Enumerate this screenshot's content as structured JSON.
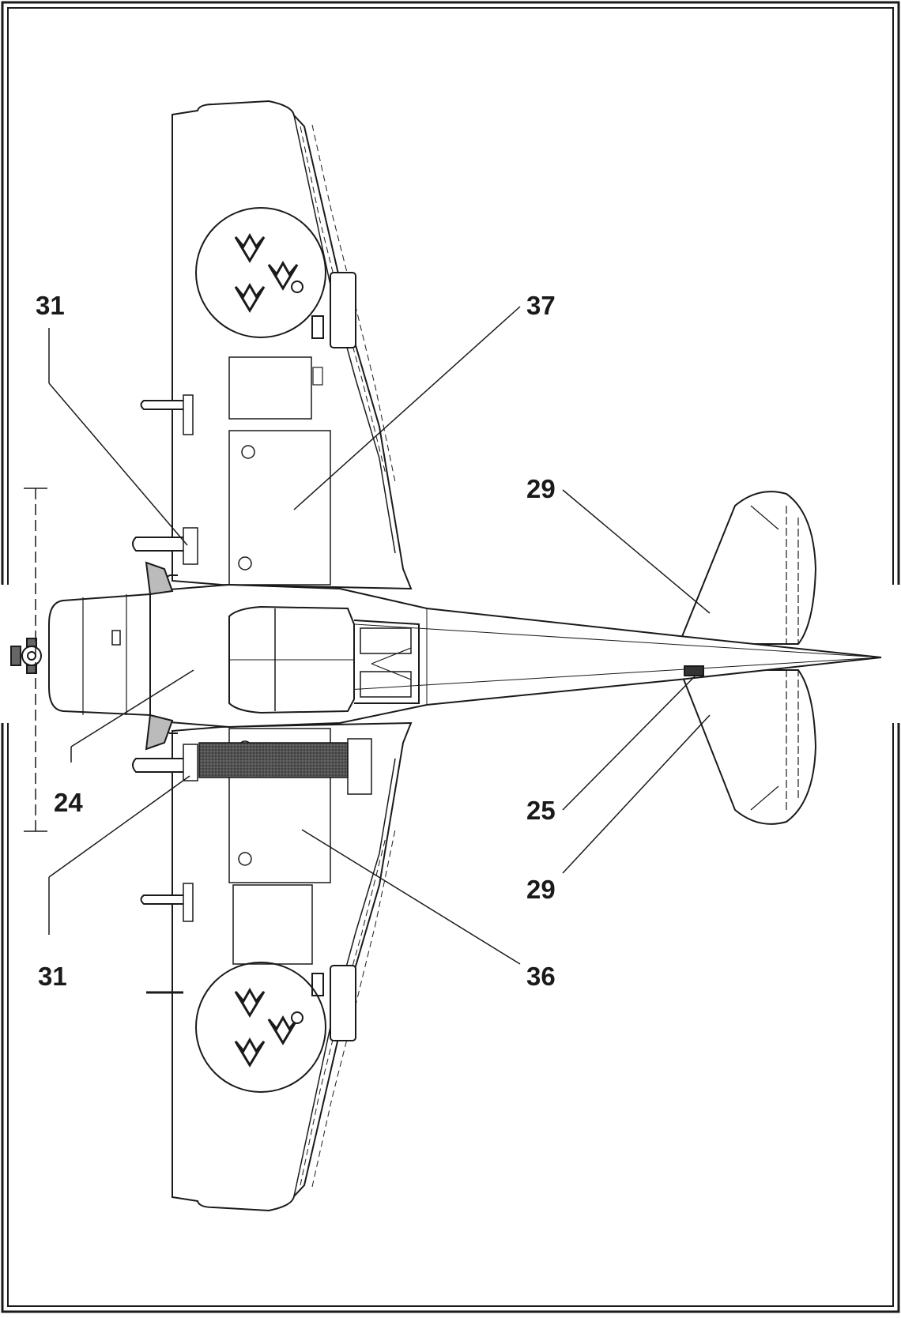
{
  "callouts": {
    "c31_top": "31",
    "c37": "37",
    "c29_top": "29",
    "c24": "24",
    "c25": "25",
    "c29_bottom": "29",
    "c31_bottom": "31",
    "c36": "36"
  },
  "colors": {
    "ink": "#1a1a1a",
    "paper": "#ffffff",
    "walkway": "#4a4a4a"
  },
  "insignia": {
    "name": "three-crowns-roundel-icon",
    "count": 2
  }
}
